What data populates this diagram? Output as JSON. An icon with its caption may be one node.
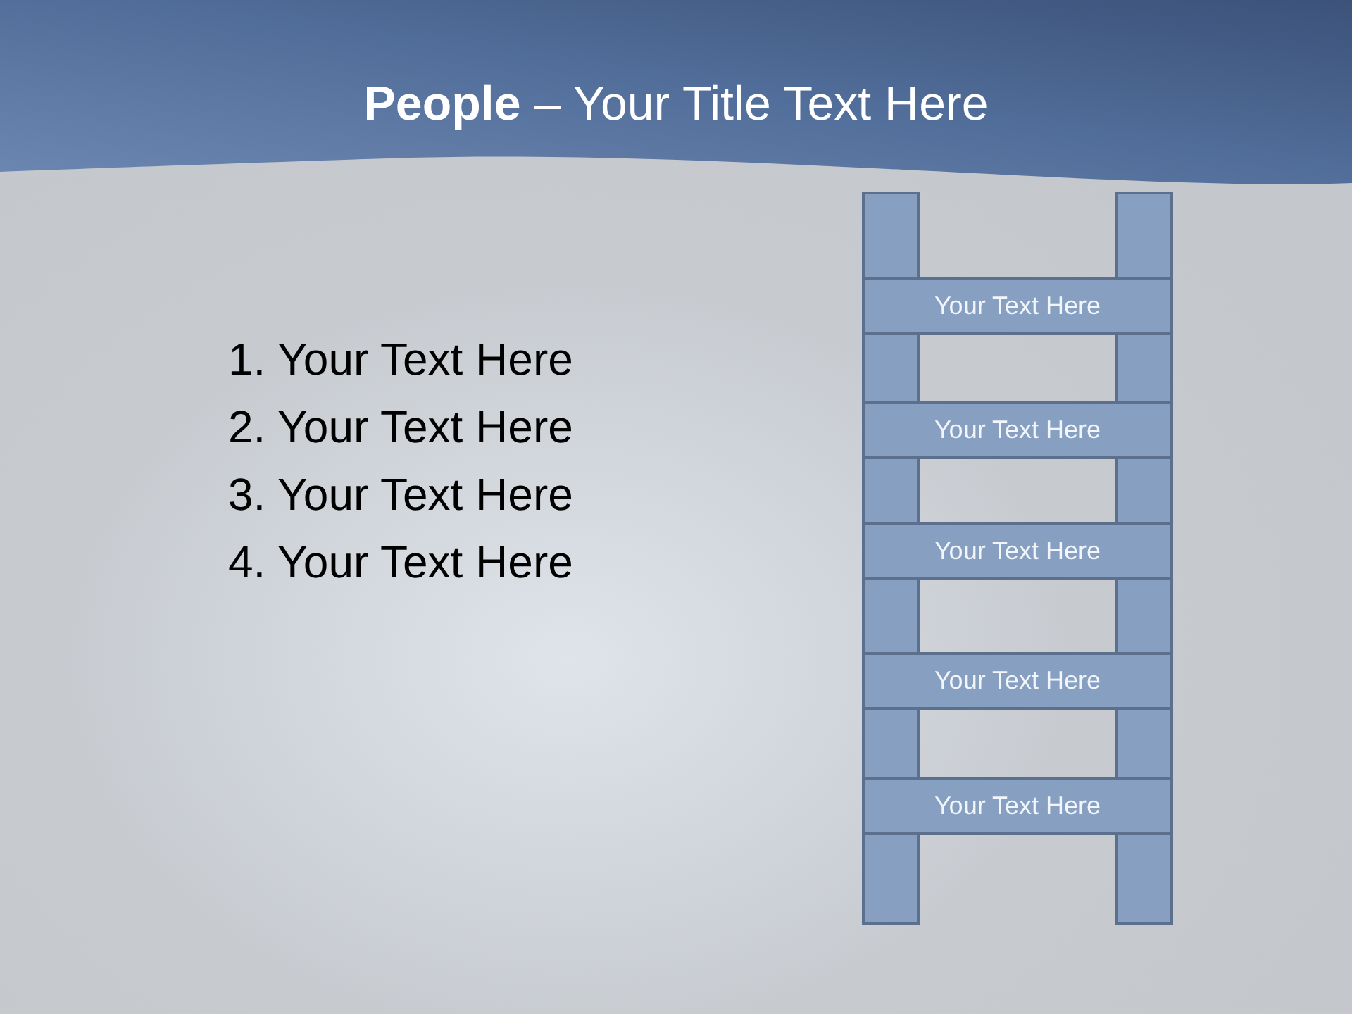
{
  "diagram": {
    "title": "**People** – Your Title Text Here",
    "nodes": [
      {
        "text": [],
        "shape": "box"
      },
      {
        "text": [],
        "shape": "box"
      },
      {
        "text": [
          "Your Text Here"
        ]
      },
      {
        "text": [],
        "shape": "box"
      },
      {
        "text": [],
        "shape": "box"
      },
      {
        "text": [
          "Your Text Here"
        ]
      },
      {
        "text": [],
        "shape": "box"
      },
      {
        "text": [],
        "shape": "box"
      },
      {
        "text": [
          "Your Text Here"
        ]
      },
      {
        "text": [],
        "shape": "box"
      },
      {
        "text": [],
        "shape": "box"
      },
      {
        "text": [
          "Your Text Here"
        ]
      },
      {
        "text": [],
        "shape": "box"
      },
      {
        "text": [],
        "shape": "box"
      },
      {
        "text": [
          "Your Text Here"
        ]
      },
      {
        "text": [],
        "shape": "box"
      },
      {
        "text": [],
        "shape": "box"
      }
    ],
    "labels": [
      "1. Your Text Here",
      "2. Your Text Here",
      "3. Your Text Here",
      "4. Your Text Here"
    ]
  }
}
